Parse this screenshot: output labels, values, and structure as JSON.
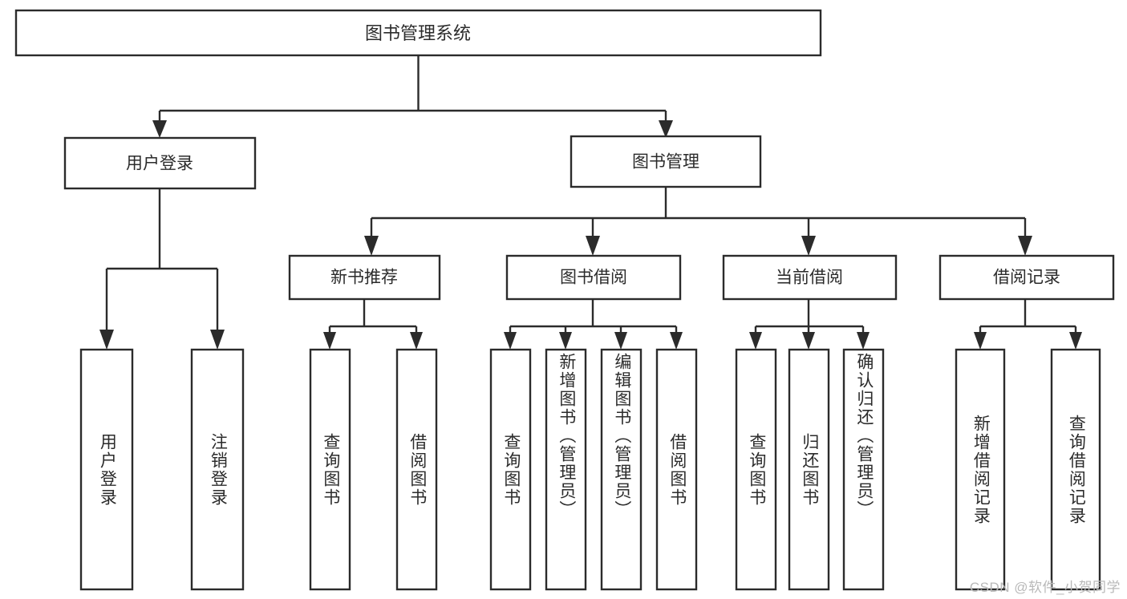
{
  "diagram": {
    "type": "tree",
    "title": "图书管理系统",
    "orientation": "top-down",
    "colors": {
      "stroke": "#2b2b2b",
      "fill": "#ffffff",
      "text": "#2b2b2b",
      "watermark": "#b9b9b9",
      "background": "#ffffff"
    },
    "levels": {
      "root": {
        "label": "图书管理系统"
      },
      "level2": [
        {
          "label": "用户登录"
        },
        {
          "label": "图书管理"
        }
      ],
      "level3": [
        {
          "label": "新书推荐"
        },
        {
          "label": "图书借阅"
        },
        {
          "label": "当前借阅"
        },
        {
          "label": "借阅记录"
        }
      ],
      "leaves": [
        {
          "label": "用户登录",
          "parent": "用户登录"
        },
        {
          "label": "注销登录",
          "parent": "用户登录"
        },
        {
          "label": "查询图书",
          "parent": "新书推荐"
        },
        {
          "label": "借阅图书",
          "parent": "新书推荐"
        },
        {
          "label": "查询图书",
          "parent": "图书借阅"
        },
        {
          "label": "新增图书（管理员）",
          "parent": "图书借阅"
        },
        {
          "label": "编辑图书（管理员）",
          "parent": "图书借阅"
        },
        {
          "label": "借阅图书",
          "parent": "图书借阅"
        },
        {
          "label": "查询图书",
          "parent": "当前借阅"
        },
        {
          "label": "归还图书",
          "parent": "当前借阅"
        },
        {
          "label": "确认归还（管理员）",
          "parent": "当前借阅"
        },
        {
          "label": "新增借阅记录",
          "parent": "借阅记录"
        },
        {
          "label": "查询借阅记录",
          "parent": "借阅记录"
        }
      ]
    }
  },
  "watermark": {
    "text": "CSDN @软件_小贺同学"
  }
}
